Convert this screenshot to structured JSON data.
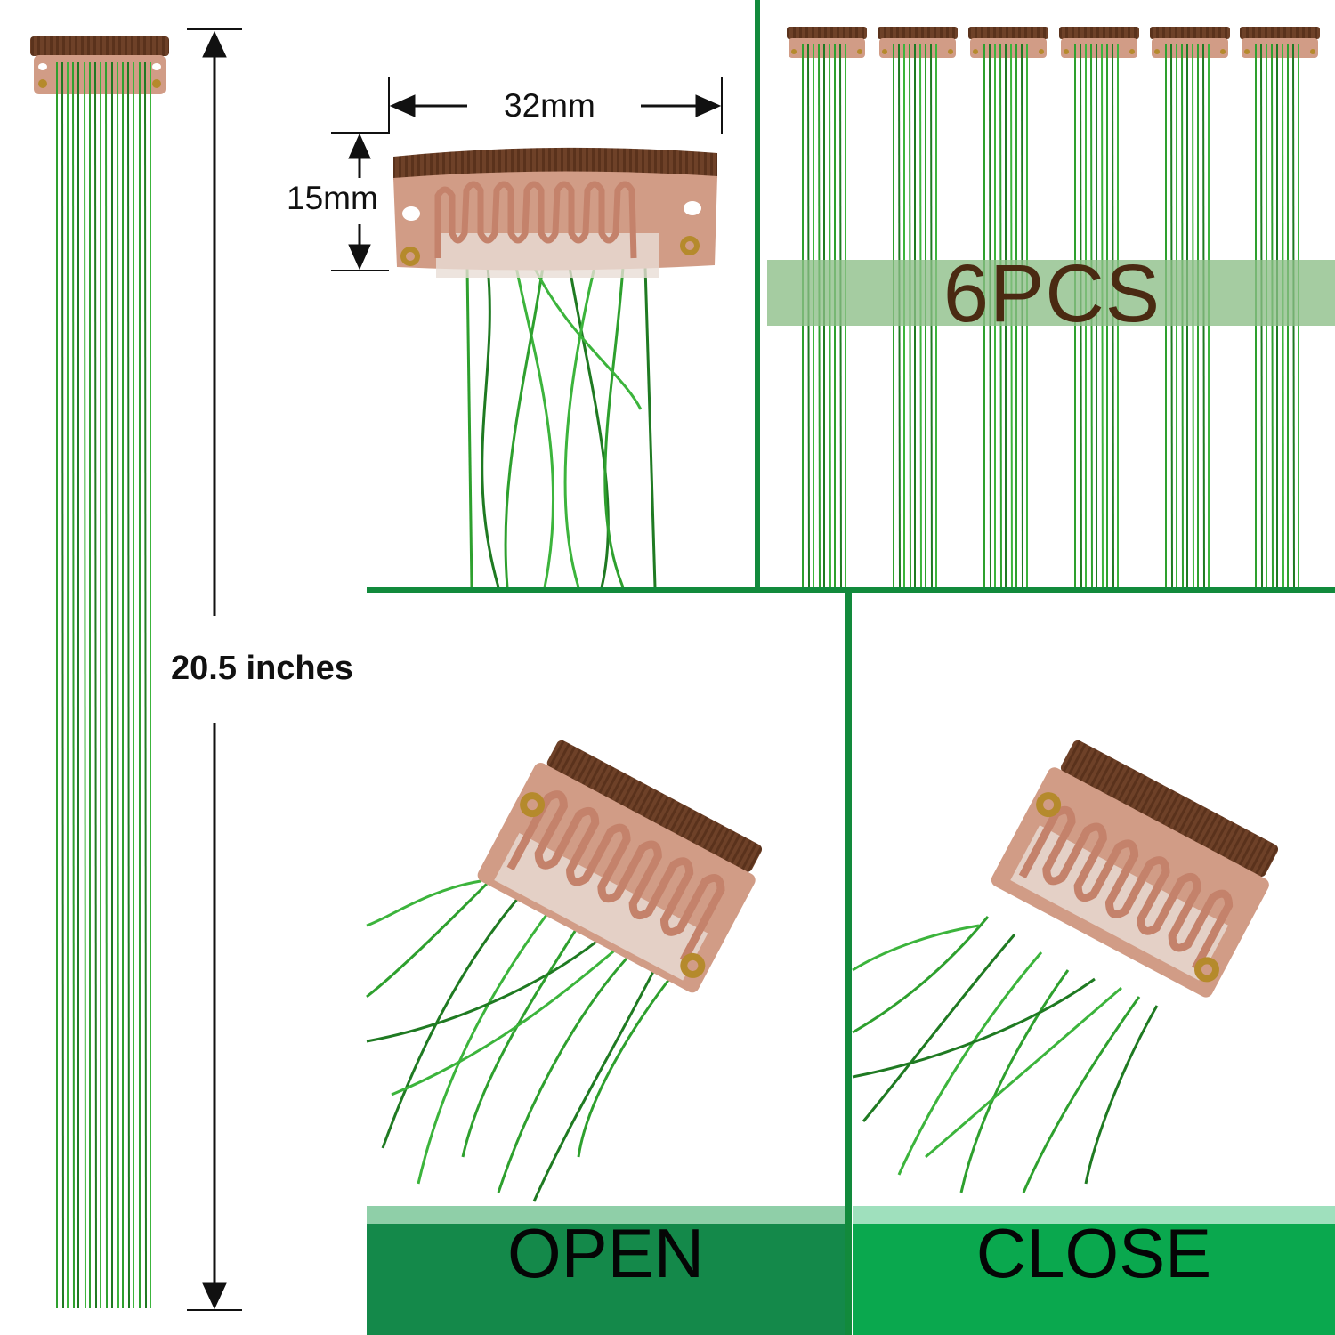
{
  "labels": {
    "length": "20.5 inches",
    "width": "32mm",
    "height": "15mm",
    "quantity": "6PCS",
    "open": "OPEN",
    "close": "CLOSE"
  },
  "colors": {
    "tinsel_green": "#2ea02e",
    "tinsel_dark": "#1f7a22",
    "divider_green": "#128a3c",
    "clip_pink": "#d19c86",
    "clip_brown": "#6e4128",
    "quantity_text": "#4a2a12",
    "open_band": "#14894a",
    "open_band_top": "#8fcfa8",
    "close_band": "#0aa84e",
    "close_band_top": "#9fe0bd"
  },
  "icons": [
    "up-arrow-icon",
    "down-arrow-icon",
    "left-arrow-icon",
    "right-arrow-icon",
    "grommet-icon"
  ]
}
